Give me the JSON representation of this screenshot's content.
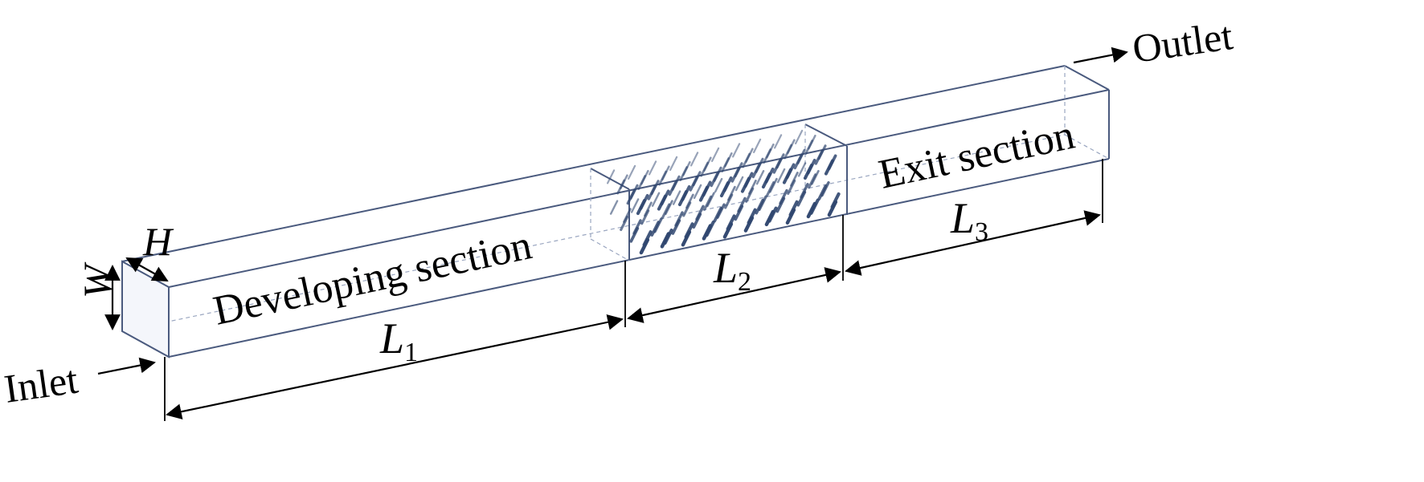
{
  "labels": {
    "inlet": "Inlet",
    "outlet": "Outlet",
    "developing": "Developing section",
    "exit": "Exit section",
    "w": "W",
    "h": "H",
    "l_letter": "L",
    "l1_sub": "1",
    "l2_sub": "2",
    "l3_sub": "3"
  },
  "colors": {
    "edge": "#4a5a7e",
    "pin": "#2f466f"
  }
}
